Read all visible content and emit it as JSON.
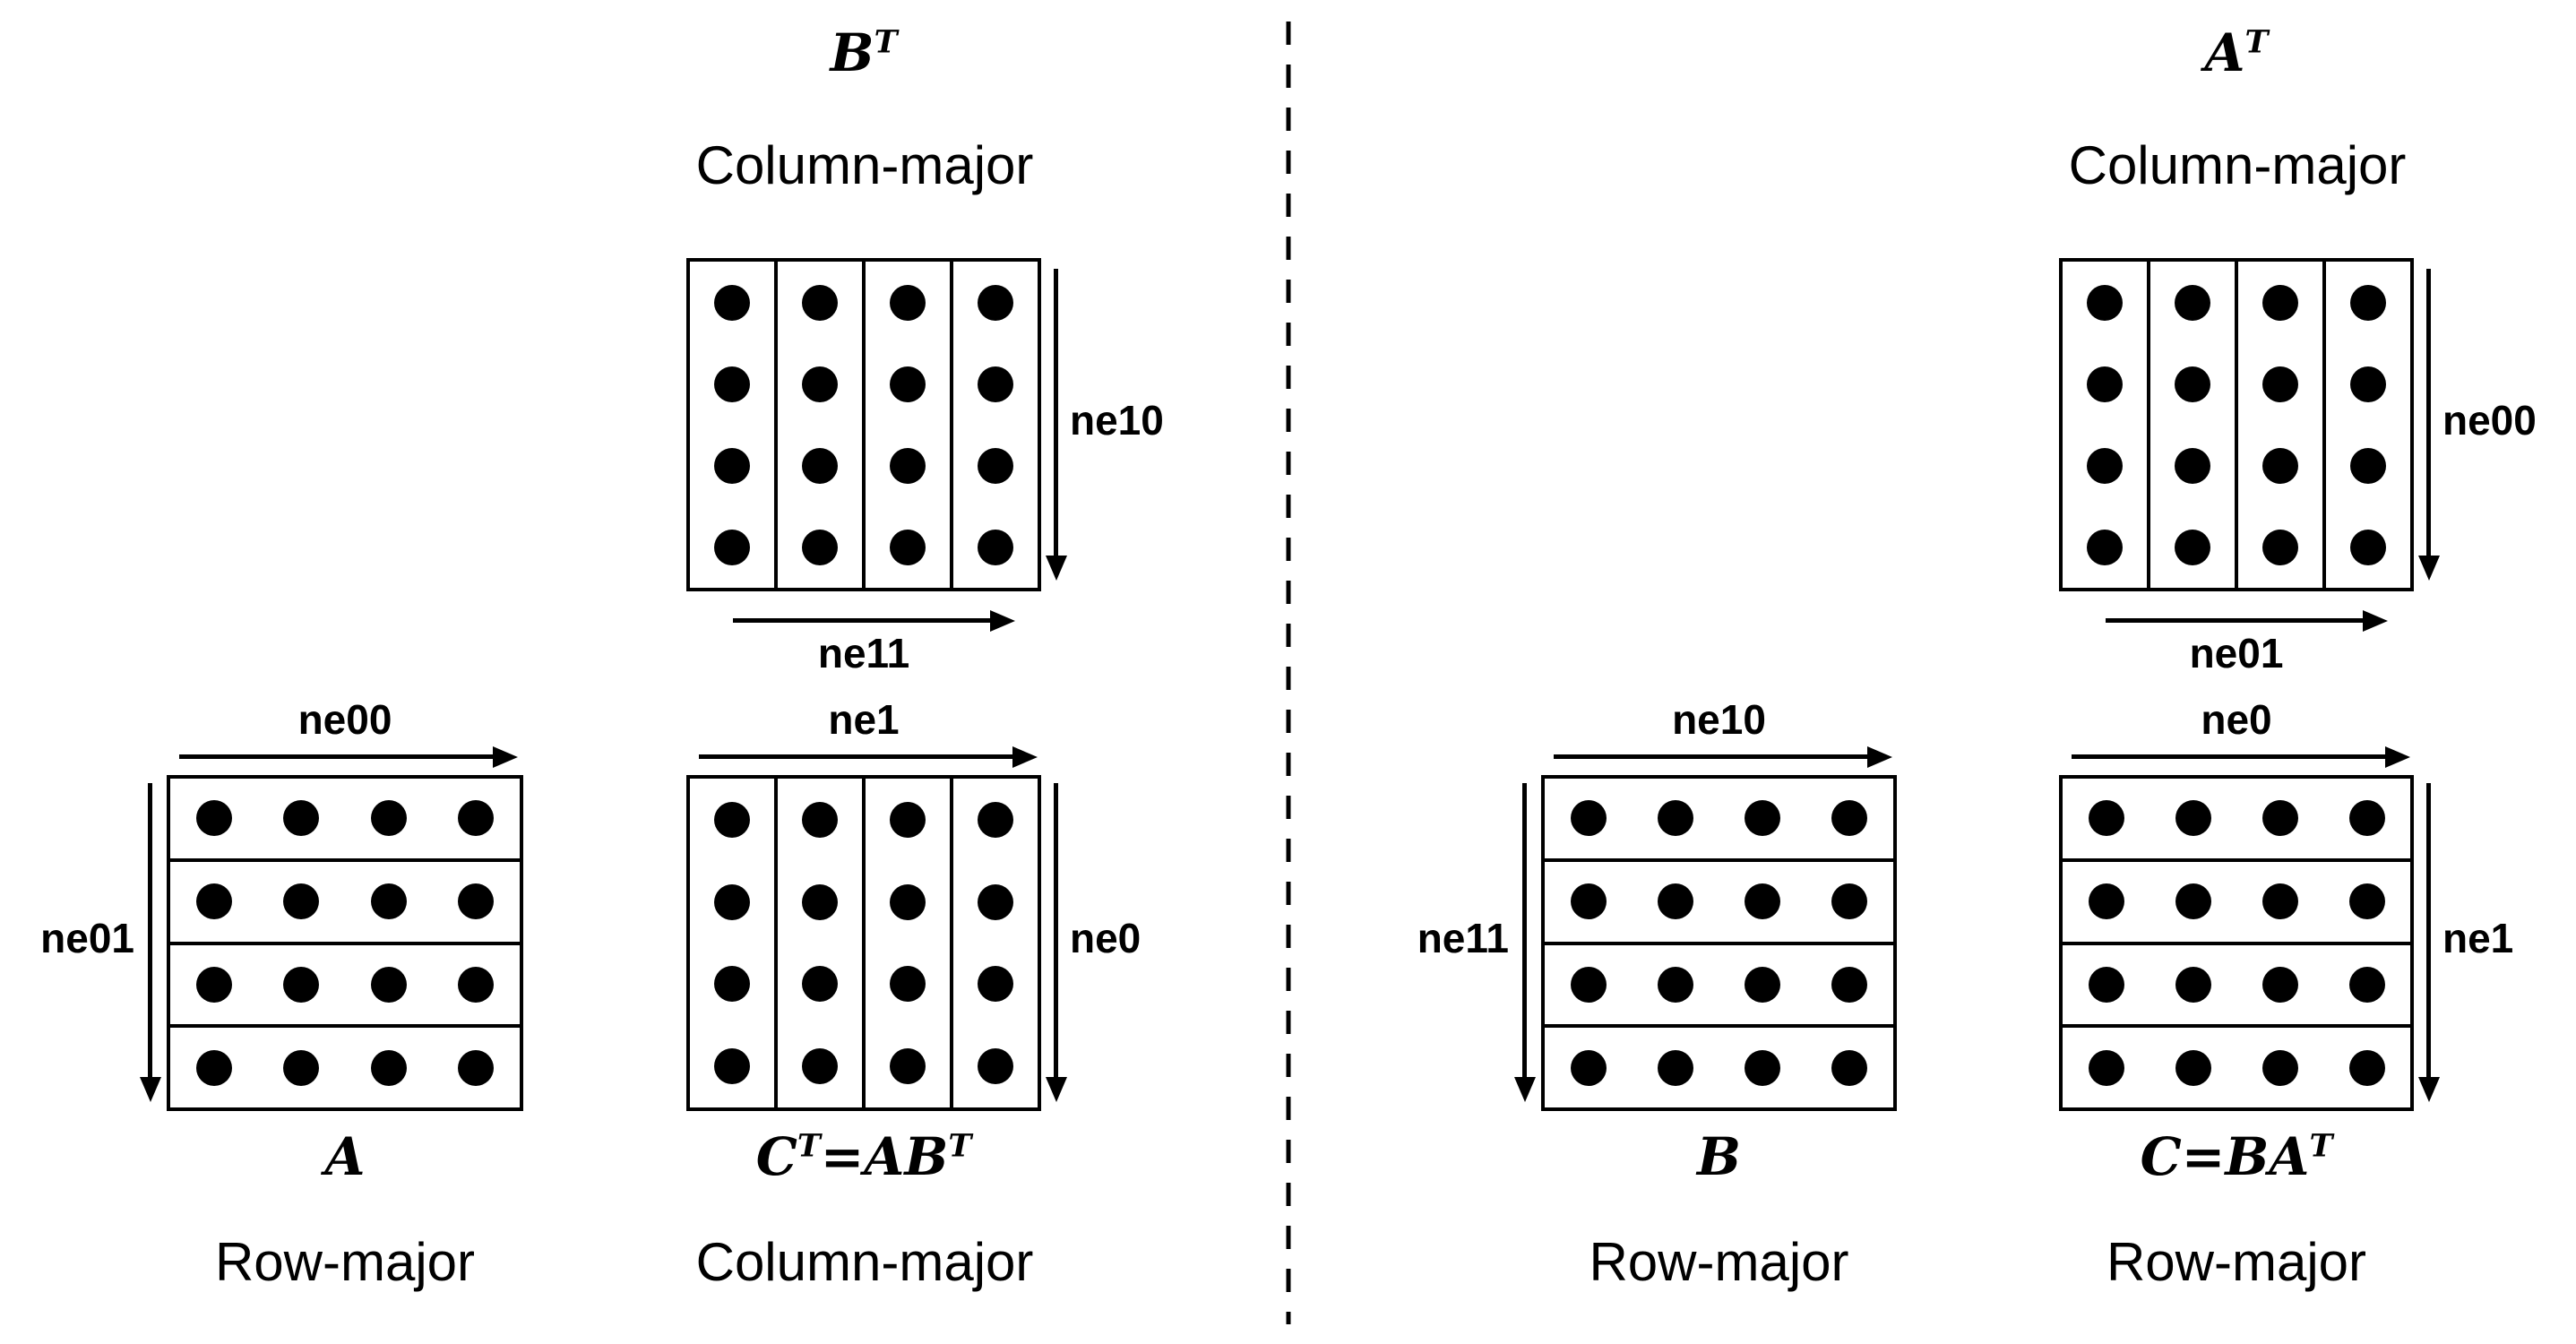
{
  "colors": {
    "ink": "#000000",
    "background": "#ffffff"
  },
  "divider": {
    "style": "dashed"
  },
  "panels": [
    {
      "side": "left",
      "matrices": [
        {
          "id": "b-transpose",
          "formula": [
            {
              "t": "B"
            },
            {
              "t": "T",
              "sup": true
            }
          ],
          "layout_label": "Column-major",
          "orientation": "column",
          "rows": 4,
          "cols": 4,
          "arrows": {
            "right": "ne10",
            "bottom": "ne11"
          }
        },
        {
          "id": "a",
          "formula": [
            {
              "t": "A"
            }
          ],
          "layout_label": "Row-major",
          "orientation": "row",
          "rows": 4,
          "cols": 4,
          "arrows": {
            "top": "ne00",
            "left": "ne01"
          }
        },
        {
          "id": "c-transpose",
          "formula": [
            {
              "t": "C"
            },
            {
              "t": "T",
              "sup": true
            },
            {
              "t": "=AB"
            },
            {
              "t": "T",
              "sup": true
            }
          ],
          "layout_label": "Column-major",
          "orientation": "column",
          "rows": 4,
          "cols": 4,
          "arrows": {
            "top": "ne1",
            "right": "ne0"
          }
        }
      ]
    },
    {
      "side": "right",
      "matrices": [
        {
          "id": "a-transpose",
          "formula": [
            {
              "t": "A"
            },
            {
              "t": "T",
              "sup": true
            }
          ],
          "layout_label": "Column-major",
          "orientation": "column",
          "rows": 4,
          "cols": 4,
          "arrows": {
            "right": "ne00",
            "bottom": "ne01"
          }
        },
        {
          "id": "b",
          "formula": [
            {
              "t": "B"
            }
          ],
          "layout_label": "Row-major",
          "orientation": "row",
          "rows": 4,
          "cols": 4,
          "arrows": {
            "top": "ne10",
            "left": "ne11"
          }
        },
        {
          "id": "c",
          "formula": [
            {
              "t": "C=BA"
            },
            {
              "t": "T",
              "sup": true
            }
          ],
          "layout_label": "Row-major",
          "orientation": "row",
          "rows": 4,
          "cols": 4,
          "arrows": {
            "top": "ne0",
            "right": "ne1"
          }
        }
      ]
    }
  ]
}
